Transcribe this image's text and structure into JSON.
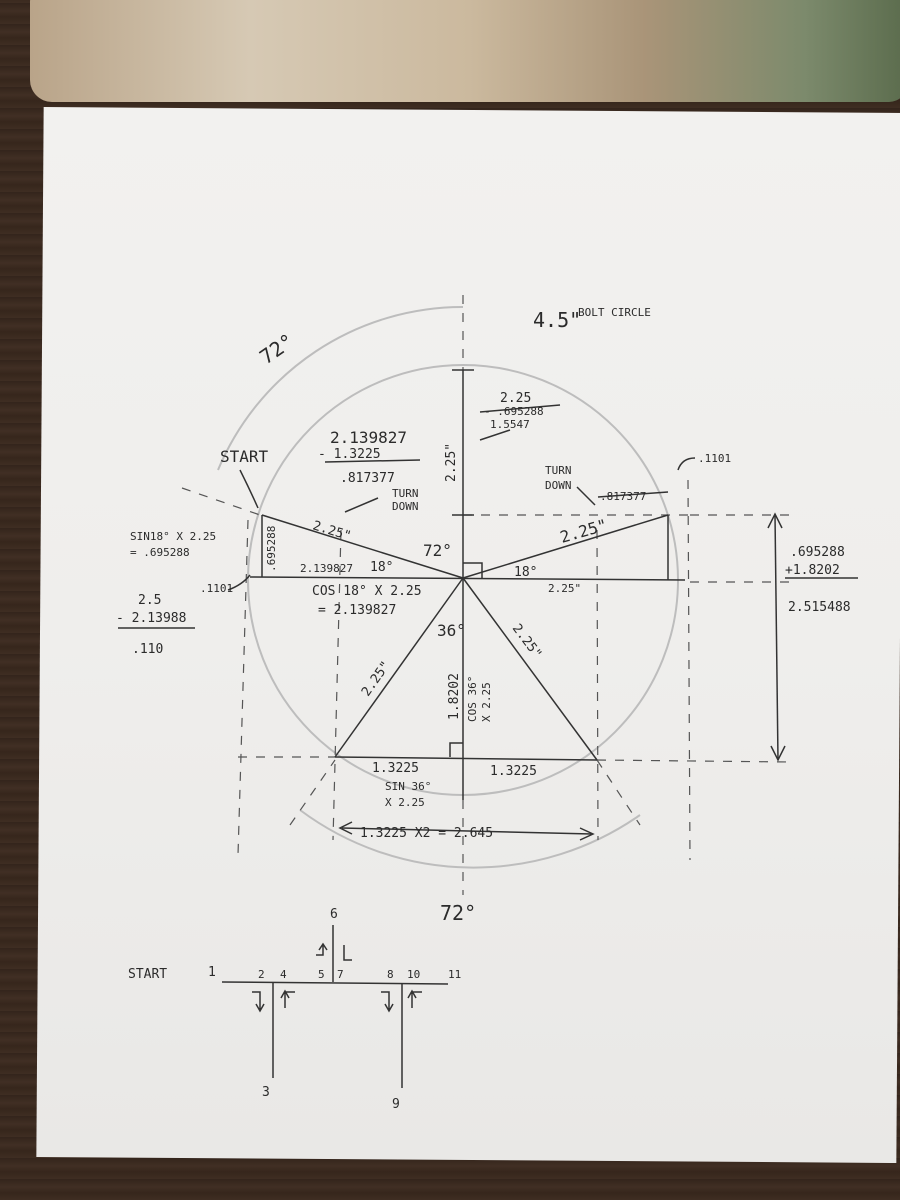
{
  "title": {
    "main": "4.5\"",
    "sub": "BOLT CIRCLE"
  },
  "angles": {
    "outer_top": "72°",
    "outer_bottom": "72°",
    "center": "72°",
    "left": "18°",
    "right": "18°",
    "bottom": "36°"
  },
  "start_label": "START",
  "turn_down_left": [
    "TURN",
    "DOWN"
  ],
  "turn_down_right": [
    "TURN",
    "DOWN"
  ],
  "calc_top_left": {
    "line1": "2.139827",
    "line2": "- 1.3225",
    "result": ".817377"
  },
  "calc_top_right": {
    "line1": "2.25",
    "line2": "- .695288",
    "result": "1.5547"
  },
  "vertical_radius": "2.25\"",
  "radius_left": "2.25\"",
  "radius_right": "2.25\"",
  "radius_lower_left": "2.25\"",
  "radius_lower_right": "2.25\"",
  "sin18": {
    "line1": "SIN18° X 2.25",
    "line2": "= .695288"
  },
  "short_vertical": ".695288",
  "horizontal_left": "2.139827",
  "cos18": {
    "line1": "COS 18° X 2.25",
    "line2": "= 2.139827"
  },
  "right_horizontal": "2.25\"",
  "offset_left": ".1101",
  "offset_right": ".1101",
  "dim_right_top": ".817377",
  "calc_left": {
    "line1": "2.5",
    "line2": "- 2.13988",
    "result": ".110"
  },
  "calc_right": {
    "line1": ".695288",
    "line2": "+1.8202",
    "result": "2.515488"
  },
  "center_vertical": "1.8202",
  "cos36": {
    "line1": "COS 36°",
    "line2": "X 2.25"
  },
  "bottom_left_half": "1.3225",
  "bottom_right_half": "1.3225",
  "sin36": {
    "line1": "SIN 36°",
    "line2": "X 2.25"
  },
  "bottom_total": "1.3225 X2 = 2.645",
  "sequence": {
    "start": "START",
    "points": [
      "1",
      "2",
      "3",
      "4",
      "5",
      "6",
      "7",
      "8",
      "9",
      "10",
      "11"
    ]
  }
}
